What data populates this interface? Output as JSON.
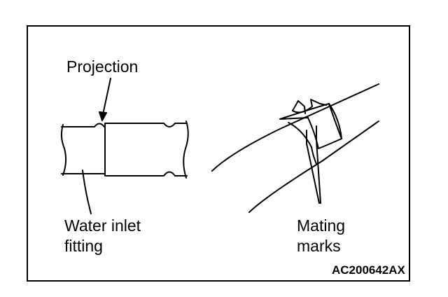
{
  "labels": {
    "projection": "Projection",
    "water_inlet_line1": "Water inlet",
    "water_inlet_line2": "fitting",
    "mating_line1": "Mating",
    "mating_line2": "marks"
  },
  "figure_code": "AC200642AX",
  "colors": {
    "line": "#000000",
    "background": "#ffffff"
  }
}
